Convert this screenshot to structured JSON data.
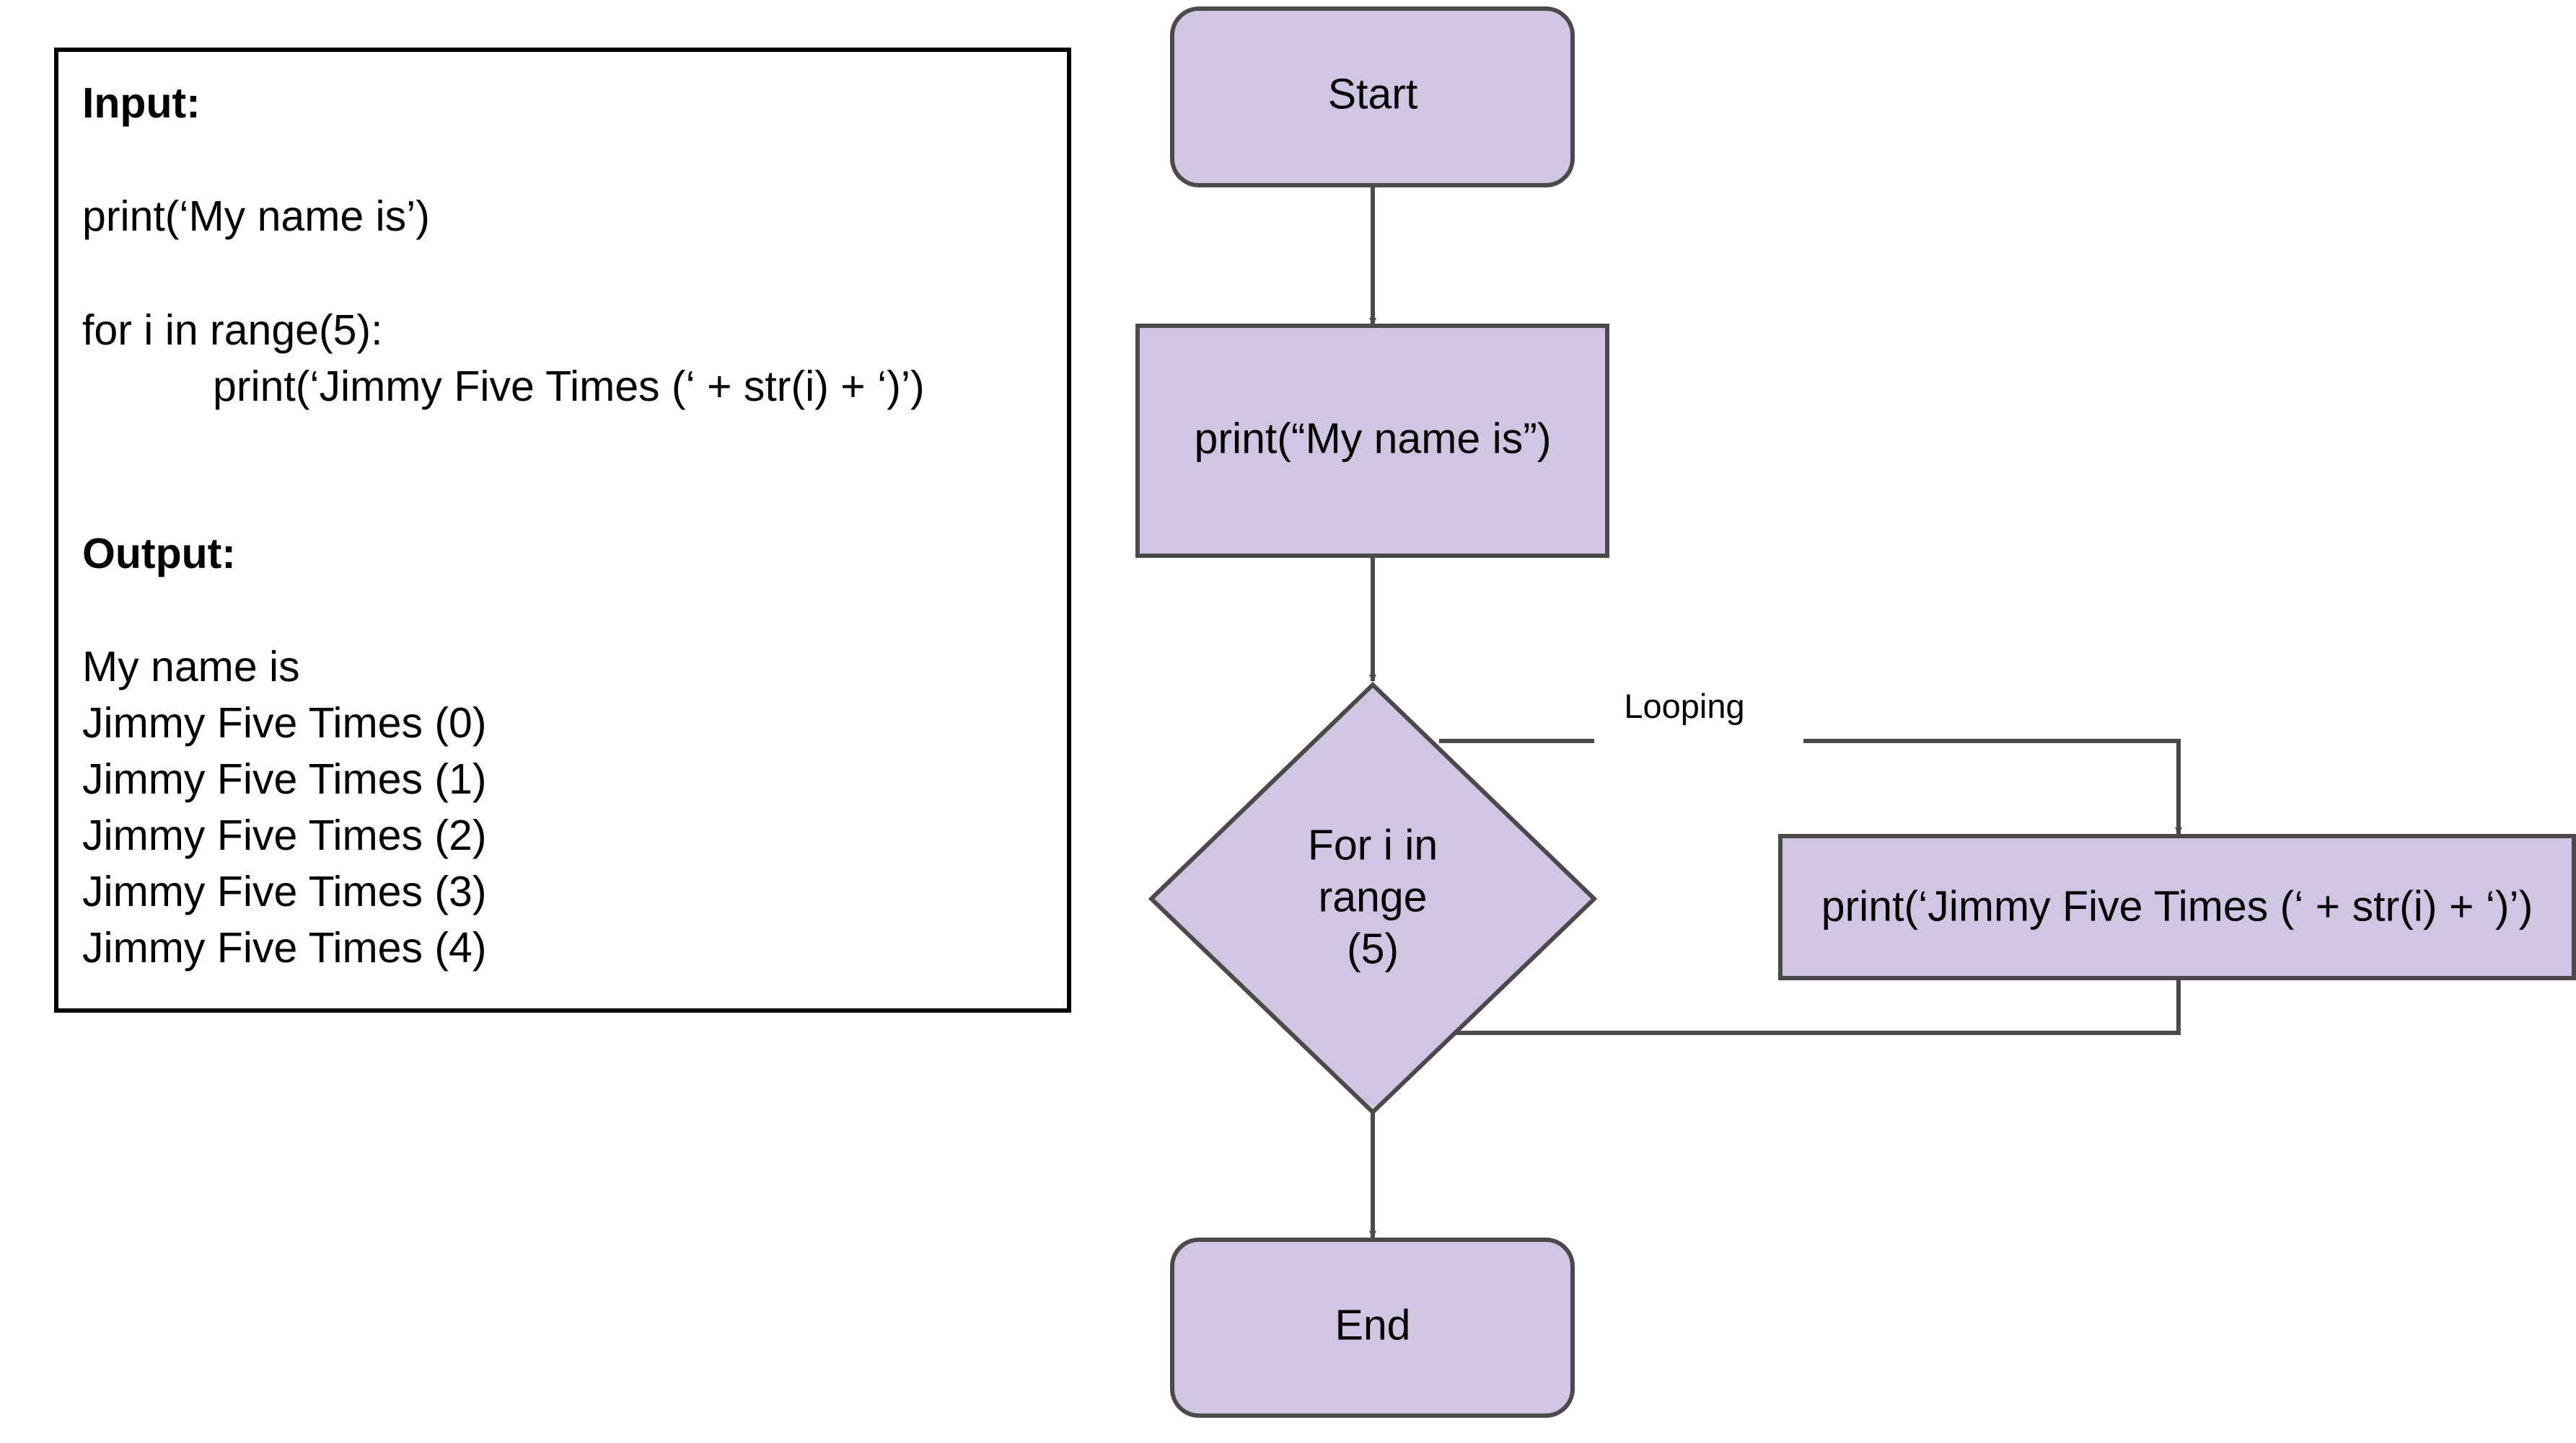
{
  "code_panel": {
    "input_heading": "Input:",
    "input_lines": [
      "print(‘My name is’)",
      "for i in range(5):",
      "print(‘Jimmy Five Times (‘ + str(i) + ‘)’)"
    ],
    "output_heading": "Output:",
    "output_lines": [
      "My name is",
      "Jimmy Five Times (0)",
      "Jimmy Five Times (1)",
      "Jimmy Five Times (2)",
      "Jimmy Five Times (3)",
      "Jimmy Five Times (4)"
    ]
  },
  "flowchart": {
    "start_label": "Start",
    "print_name_label": "print(“My name is”)",
    "loop_label_lines": [
      "For i in",
      "range",
      "(5)"
    ],
    "print_jimmy_label": "print(‘Jimmy Five Times (‘ + str(i) + ‘)’)",
    "end_label": "End",
    "looping_label": "Looping"
  },
  "colors": {
    "node_fill": "#d0c6e3",
    "node_stroke": "#4a4a4a",
    "panel_stroke": "#000000",
    "arrow": "#4a4a4a"
  }
}
